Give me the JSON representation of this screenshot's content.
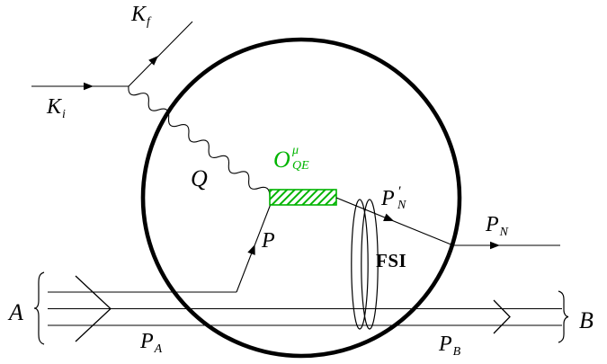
{
  "diagram_type": "nuclear-scattering-feynman-diagram",
  "labels": {
    "incoming_lepton": {
      "base": "K",
      "sub": "i"
    },
    "outgoing_lepton": {
      "base": "K",
      "sub": "f"
    },
    "photon": {
      "text": "Q"
    },
    "operator": {
      "base": "O",
      "sup": "μ",
      "sub": "QE"
    },
    "struck_nucleon": {
      "text": "P"
    },
    "nucleon_before_fsi": {
      "base": "P",
      "prime": "′",
      "sub": "N"
    },
    "outgoing_nucleon": {
      "base": "P",
      "sub": "N"
    },
    "fsi_blob": {
      "text": "FSI"
    },
    "target_nucleus": {
      "text": "A"
    },
    "residual_nucleus": {
      "text": "B"
    },
    "nucleus_momentum": {
      "base": "P",
      "sub": "A"
    },
    "residual_momentum": {
      "base": "P",
      "sub": "B"
    }
  },
  "colors": {
    "line": "#000000",
    "operator_green": "#00b400",
    "background": "#ffffff"
  }
}
